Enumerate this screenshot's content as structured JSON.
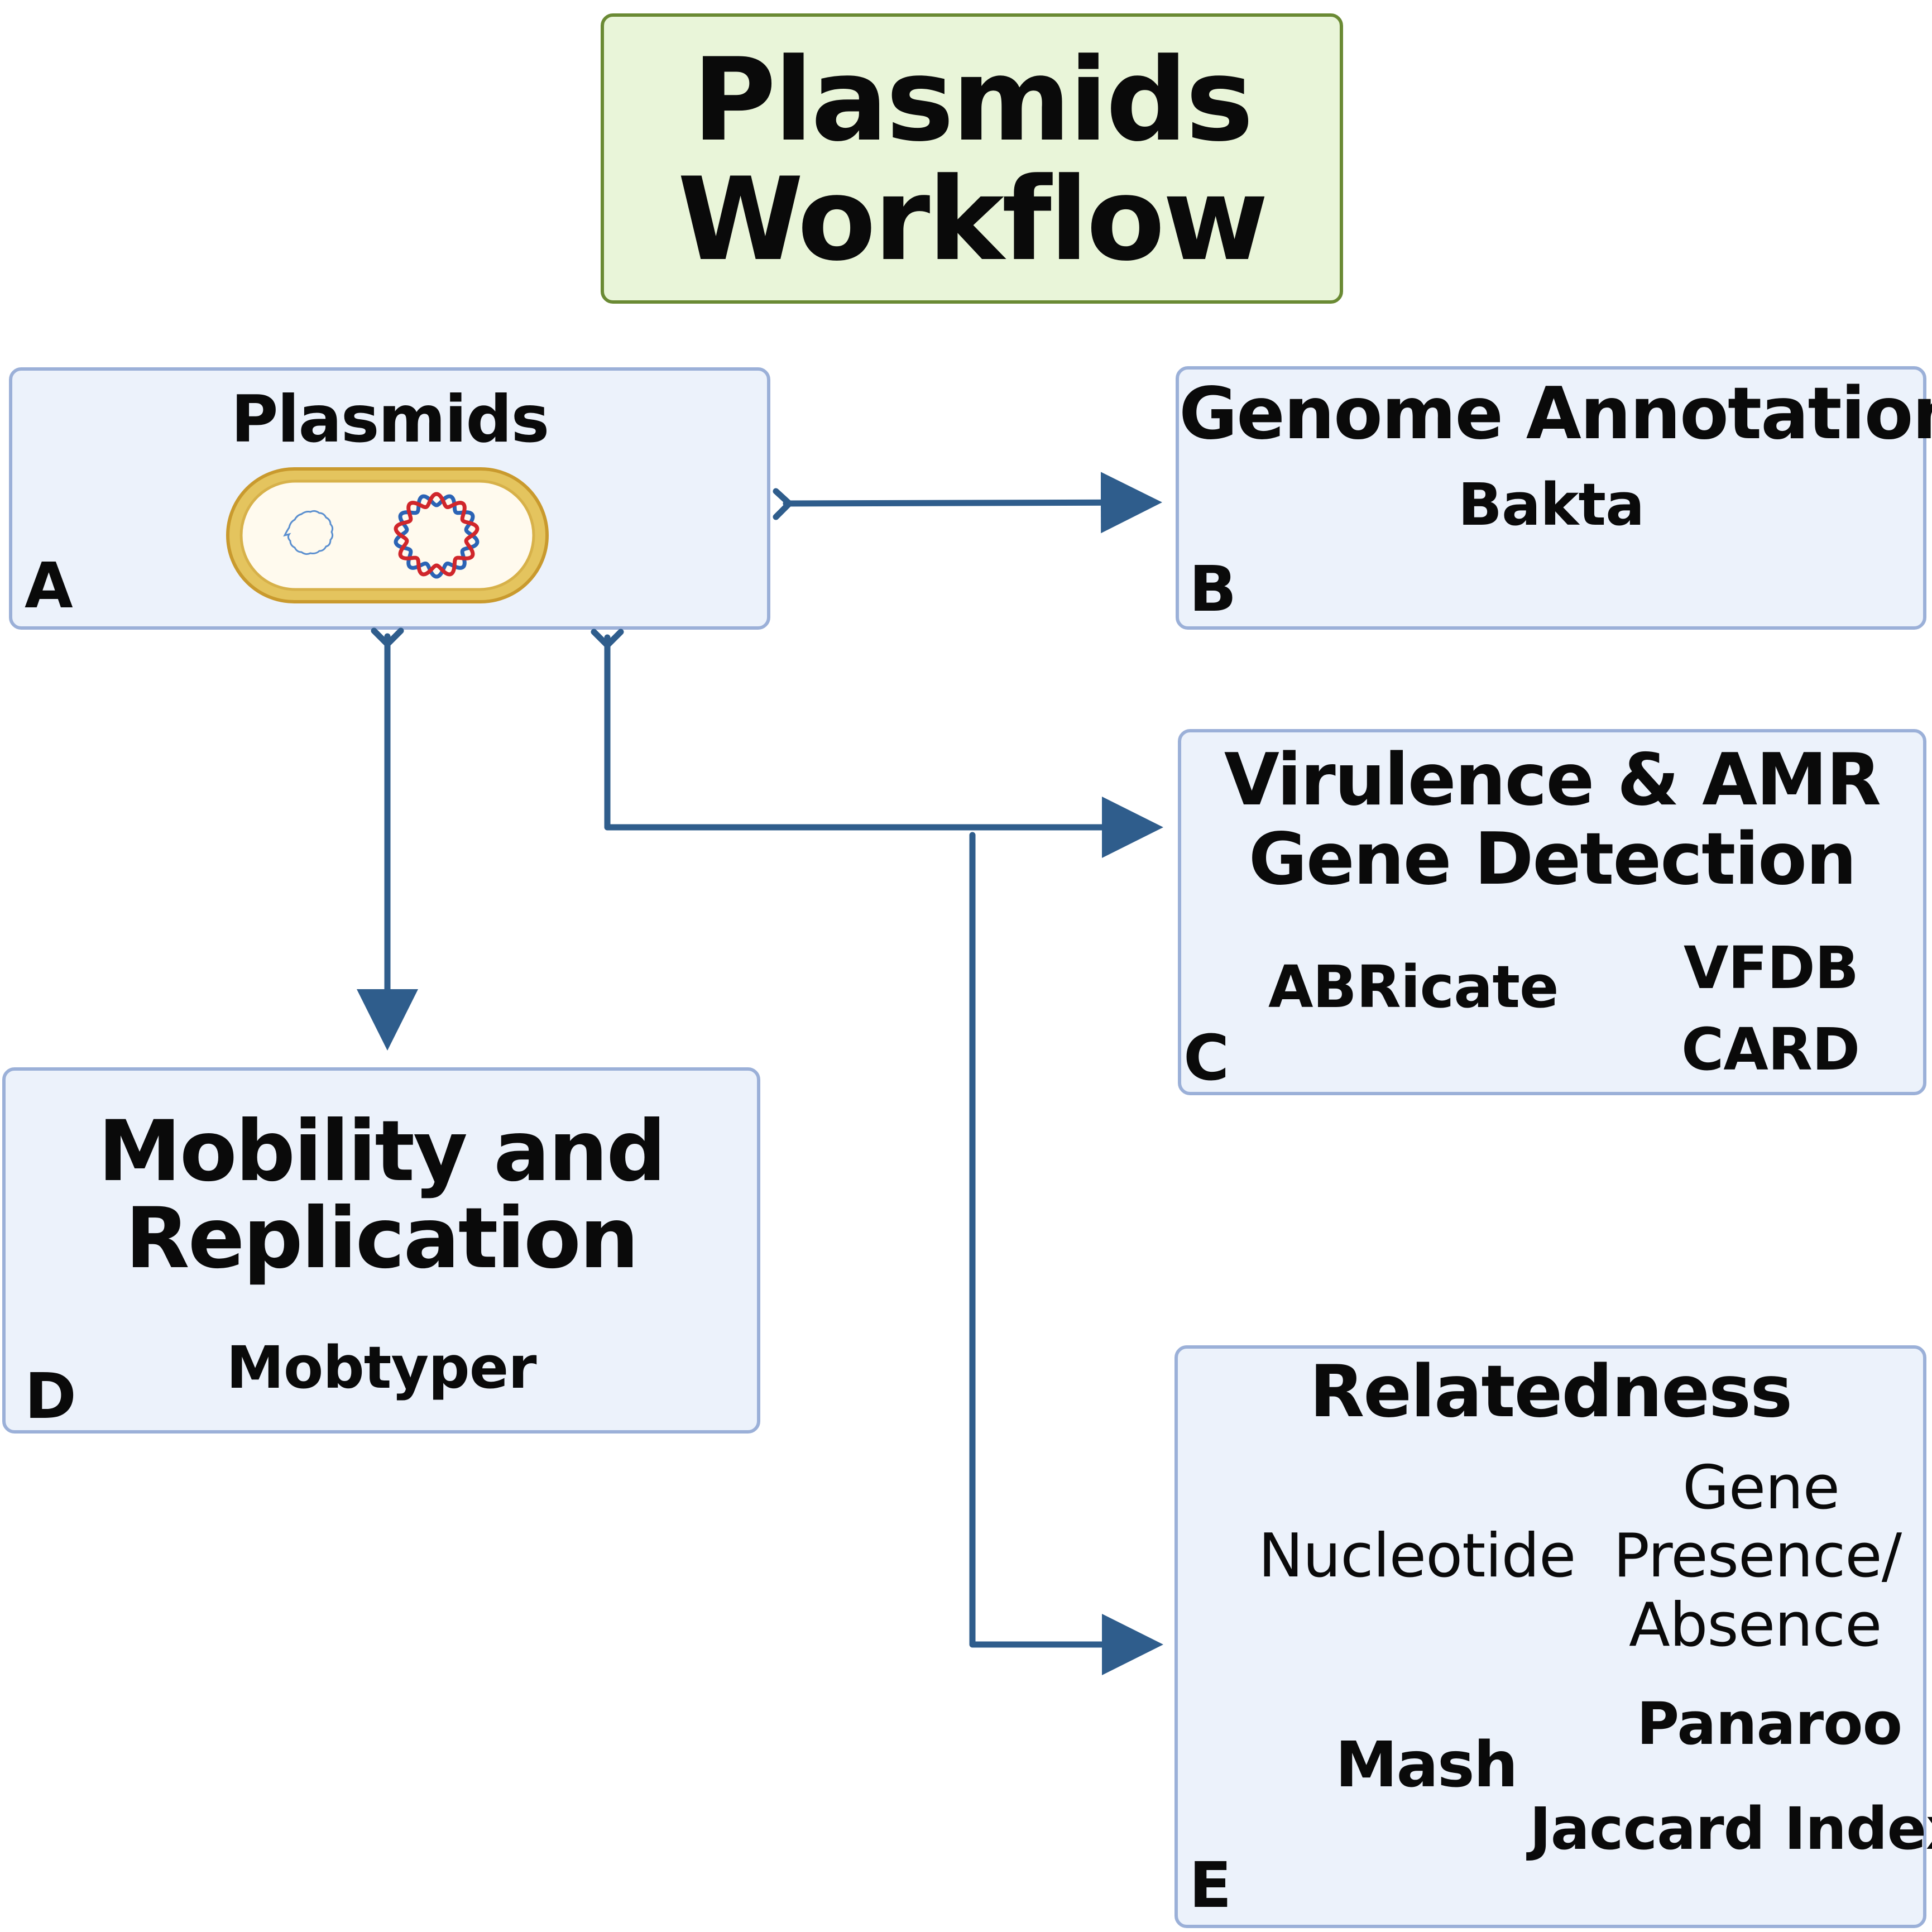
{
  "title": {
    "line1": "Plasmids",
    "line2": "Workflow"
  },
  "panels": {
    "a": {
      "letter": "A",
      "title": "Plasmids",
      "icon": "bacterium-with-plasmids-icon"
    },
    "b": {
      "letter": "B",
      "title": "Genome Annotation",
      "tool": "Bakta"
    },
    "c": {
      "letter": "C",
      "title_line1": "Virulence & AMR",
      "title_line2": "Gene Detection",
      "tool": "ABRicate",
      "db1": "VFDB",
      "db2": "CARD"
    },
    "d": {
      "letter": "D",
      "title_line1": "Mobility and",
      "title_line2": "Replication",
      "tool": "Mobtyper"
    },
    "e": {
      "letter": "E",
      "title": "Relatedness",
      "left_heading": "Nucleotide",
      "right_heading_line1": "Gene",
      "right_heading_line2": "Presence/",
      "right_heading_line3": "Absence",
      "left_tool": "Mash",
      "right_tool1": "Panaroo",
      "right_tool2": "Jaccard Index"
    }
  },
  "colors": {
    "title_fill": "#e9f5d9",
    "title_border": "#6a8a34",
    "panel_fill": "#ecf2fb",
    "panel_border": "#9bb0d8",
    "connector": "#2f5d8c",
    "cell_outer": "#d9b44a",
    "cell_inner": "#fffaee",
    "plasmid_blue": "#2b63b5",
    "plasmid_red": "#d0262b"
  }
}
